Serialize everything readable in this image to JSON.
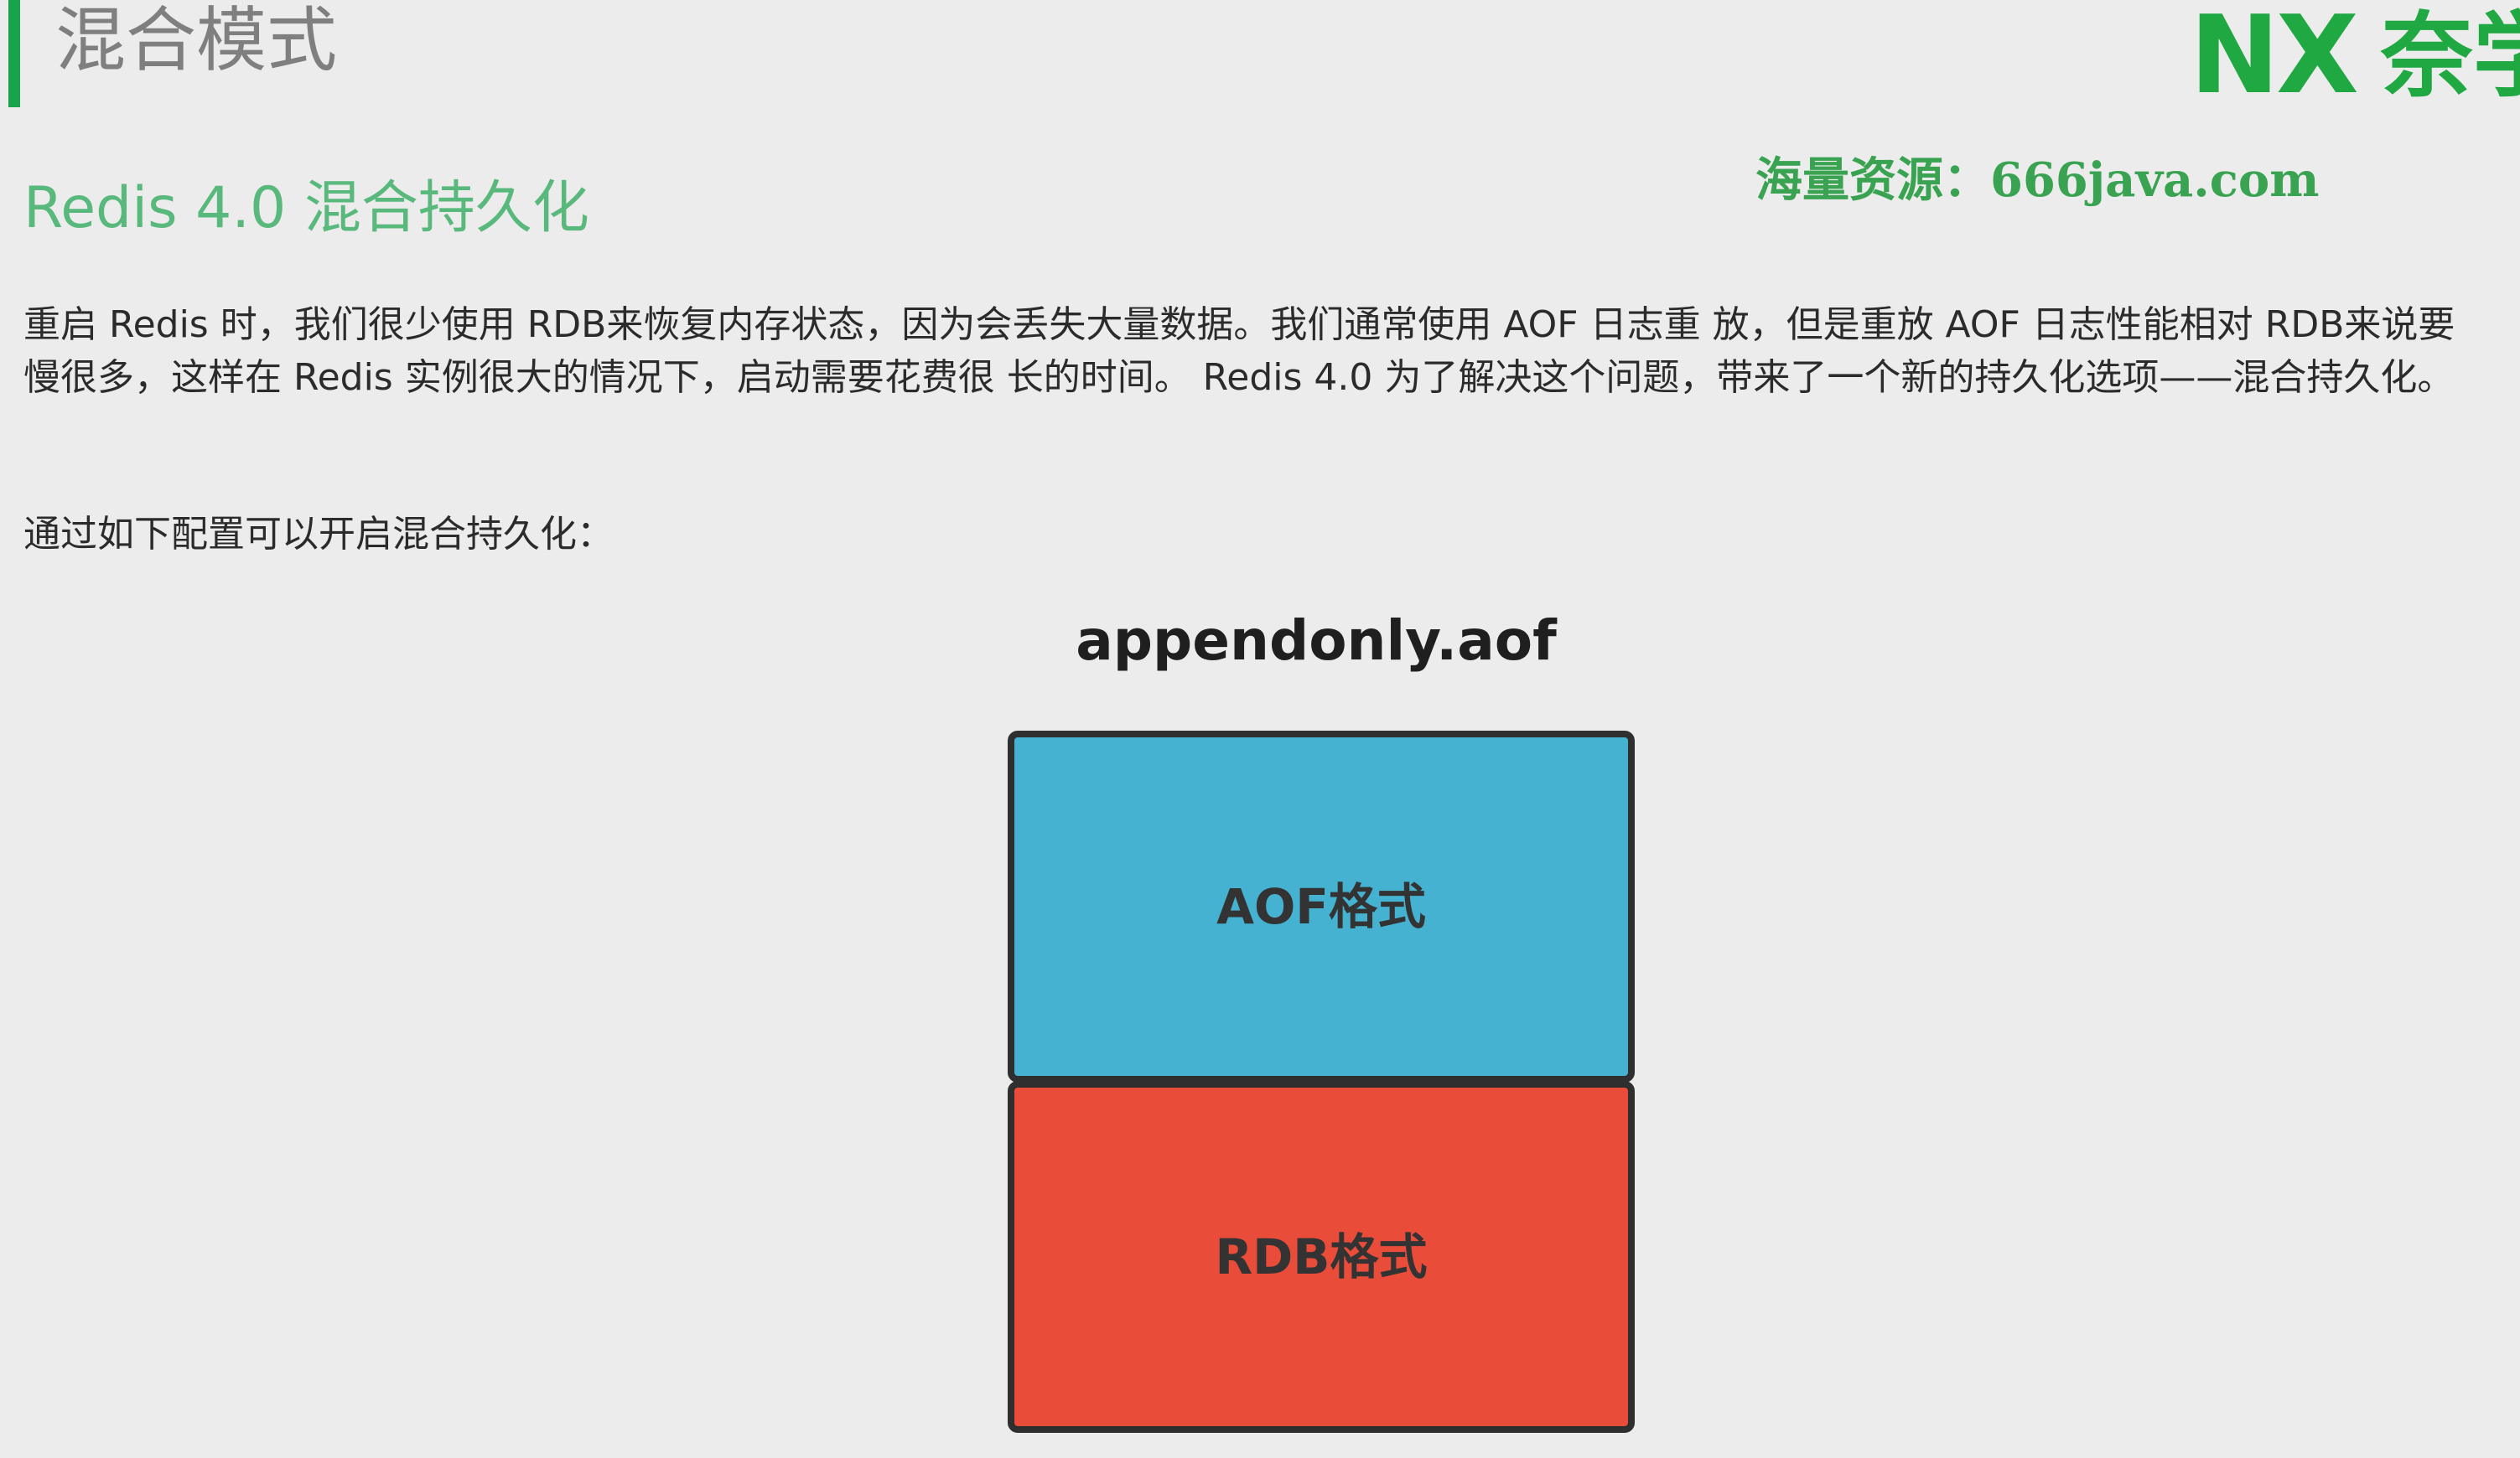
{
  "header": {
    "title": "混合模式",
    "logo_mark": "NX",
    "logo_text": "奈学",
    "resource": "海量资源：666java.com"
  },
  "section": {
    "heading": "Redis 4.0 混合持久化"
  },
  "content": {
    "paragraph": "重启 Redis 时，我们很少使用 RDB来恢复内存状态，因为会丢失大量数据。我们通常使用 AOF 日志重 放，但是重放 AOF 日志性能相对 RDB来说要慢很多，这样在 Redis 实例很大的情况下，启动需要花费很 长的时间。 Redis 4.0 为了解决这个问题，带来了一个新的持久化选项——混合持久化。",
    "config_note": "通过如下配置可以开启混合持久化："
  },
  "diagram": {
    "title": "appendonly.aof",
    "top_box_label": "AOF格式",
    "bottom_box_label": "RDB格式",
    "colors": {
      "aof_box": "#46b2d2",
      "rdb_box": "#ea4c3a"
    }
  },
  "colors": {
    "accent": "#19a34a",
    "brand": "#20a842",
    "heading": "#59b97c"
  }
}
